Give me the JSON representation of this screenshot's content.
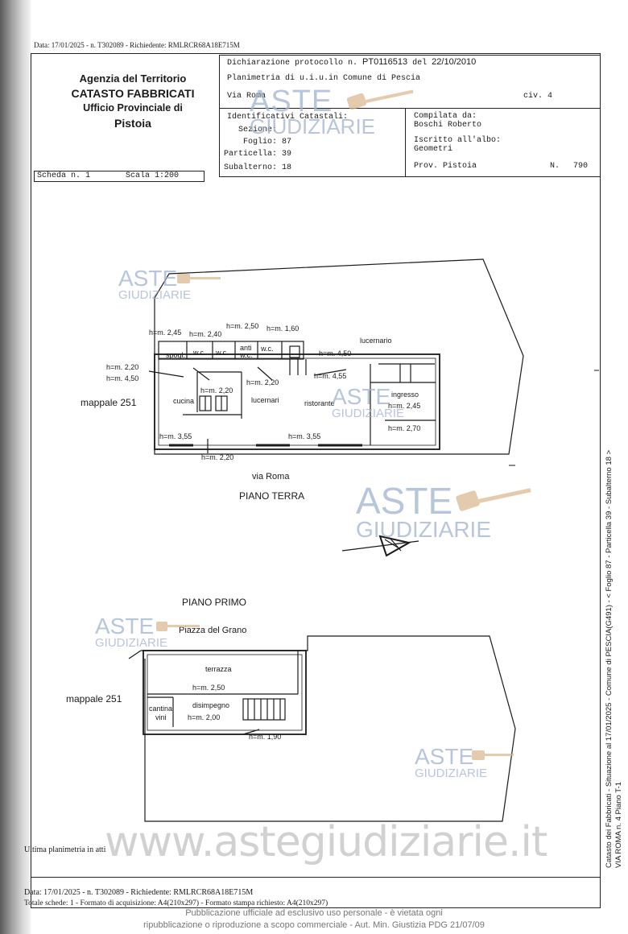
{
  "top_stamp": "Data: 17/01/2025 - n. T302089 - Richiedente: RMLRCR68A18E715M",
  "agency": {
    "line1": "Agenzia del Territorio",
    "line2": "CATASTO FABBRICATI",
    "line3": "Ufficio Provinciale di",
    "line4": "Pistoia"
  },
  "header": {
    "dichiarazione_label": "Dichiarazione protocollo n.",
    "protocollo": "PT0116513",
    "del_label": "del",
    "data": "22/10/2010",
    "planimetria": "Planimetria di u.i.u.in Comune di Pescia",
    "via": "Via Roma",
    "civ": "civ. 4",
    "identificativi": "Identificativi Catastali:",
    "sezione_label": "Sezione:",
    "foglio_label": "Foglio:",
    "foglio": "87",
    "particella_label": "Particella:",
    "particella": "39",
    "subalterno_label": "Subalterno:",
    "subalterno": "18",
    "compilata_label": "Compilata da:",
    "compilata": "Boschi Roberto",
    "iscritto_label": "Iscritto all'albo:",
    "albo": "Geometri",
    "prov_label": "Prov. Pistoia",
    "n_label": "N.",
    "n_value": "790",
    "scheda": "Scheda n. 1",
    "scala": "Scala 1:200"
  },
  "piano_terra": {
    "title": "PIANO TERRA",
    "street": "via Roma",
    "mappale": "mappale 251",
    "rooms": {
      "spogl": "spogl.",
      "wc1": "w.c.",
      "wc2": "w.c.",
      "anti": "anti",
      "wc3": "w.c.",
      "wc4": "w.c.",
      "cucina": "cucina",
      "lucernari": "lucernari",
      "ristorante": "ristorante",
      "lucernario": "lucernario",
      "ingresso": "ingresso"
    },
    "heights": [
      "h=m. 2,45",
      "h=m. 2,40",
      "h=m. 2,50",
      "h=m. 1,60",
      "h=m. 2,20",
      "h=m. 4,50",
      "h=m. 4,50",
      "h=m. 4,55",
      "h=m. 2,20",
      "h=m. 2,20",
      "h=m. 2,45",
      "h=m. 2,70",
      "h=m. 3,55",
      "h=m. 3,55",
      "h=m. 2,20"
    ]
  },
  "piano_primo": {
    "title": "PIANO PRIMO",
    "street": "Piazza del Grano",
    "mappale": "mappale 251",
    "rooms": {
      "terrazza": "terrazza",
      "cantina": "cantina",
      "vini": "vini",
      "disimpegno": "disimpegno"
    },
    "heights": [
      "h=m. 2,50",
      "h=m. 2,00",
      "h=m. 1,90"
    ]
  },
  "watermark": {
    "aste": "ASTE",
    "giudiziarie": "GIUDIZIARIE",
    "site": "www.astegiudiziarie.it"
  },
  "footer": {
    "ultima": "Ultima planimetria in atti",
    "stamp": "Data: 17/01/2025 - n. T302089 - Richiedente: RMLRCR68A18E715M",
    "totale": "Totale schede: 1 - Formato di acquisizione: A4(210x297) - Formato stampa richiesto: A4(210x297)",
    "disclaimer1": "Pubblicazione ufficiale ad esclusivo uso personale - è vietata ogni",
    "disclaimer2": "ripubblicazione o riproduzione a scopo commerciale - Aut. Min. Giustizia PDG 21/07/09"
  },
  "side_text": {
    "line1": "Catasto dei Fabbricati - Situazione al 17/01/2025 - Comune di PESCIA(G491) - < Foglio 87 - Particella 39 - Subalterno 18 >",
    "line2": "VIA ROMA n. 4 Piano T-1"
  },
  "colors": {
    "ink": "#1a1a1a",
    "watermark": "#9fb3cf",
    "watermark_gavel": "#d9b58a"
  }
}
